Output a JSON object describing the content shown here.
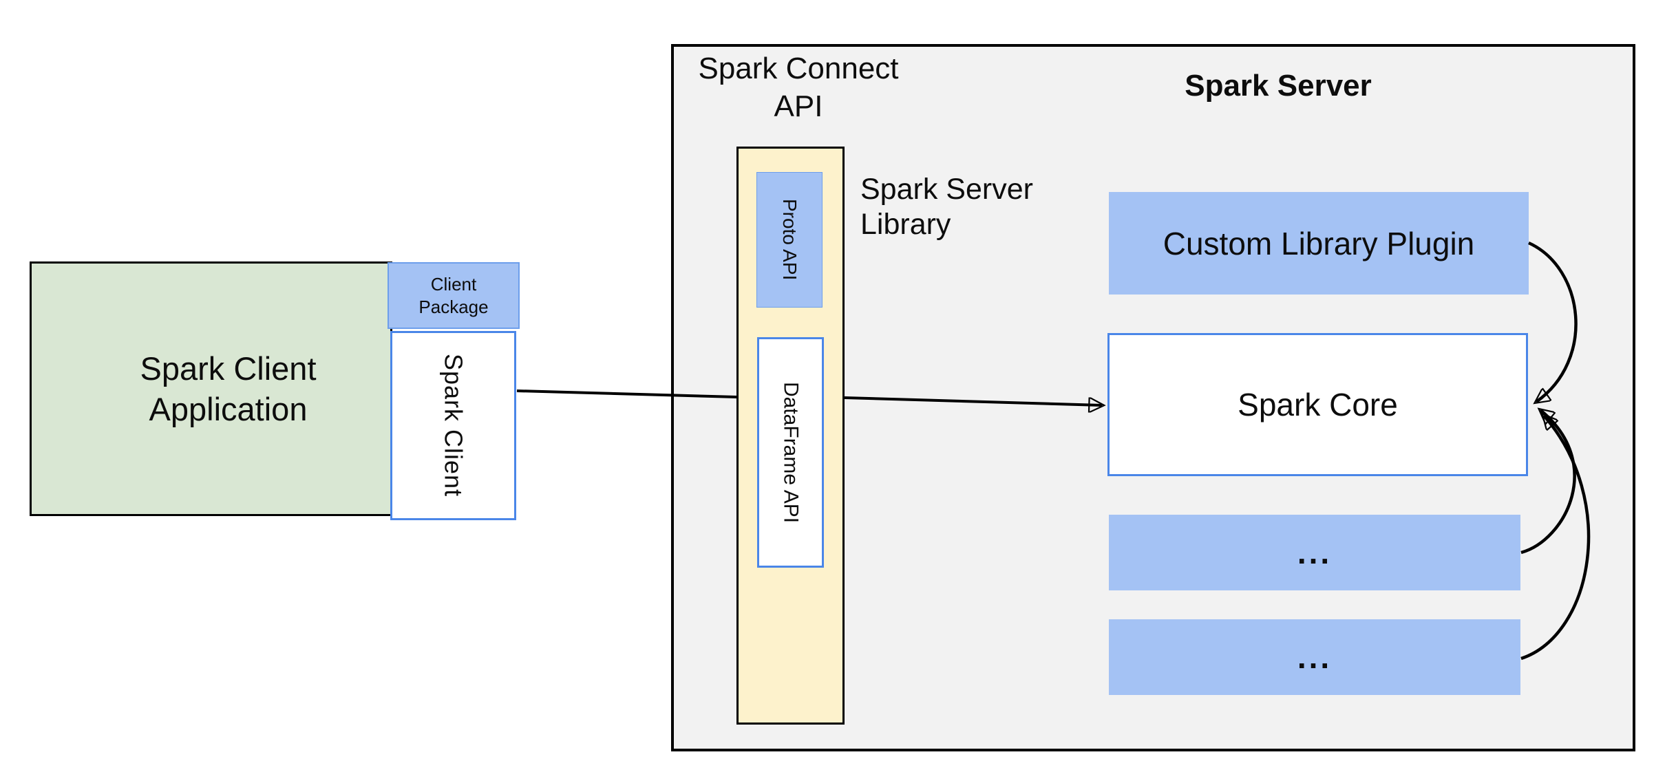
{
  "diagram": {
    "client_application": {
      "label": "Spark Client\nApplication"
    },
    "client_package": {
      "label": "Client\nPackage"
    },
    "spark_client": {
      "label": "Spark Client"
    },
    "spark_connect_api": {
      "label": "Spark Connect\nAPI"
    },
    "proto_api": {
      "label": "Proto API"
    },
    "dataframe_api": {
      "label": "DataFrame API"
    },
    "spark_server_library": {
      "label": "Spark Server\nLibrary"
    },
    "spark_server": {
      "title": "Spark Server"
    },
    "custom_library_plugin": {
      "label": "Custom Library Plugin"
    },
    "spark_core": {
      "label": "Spark Core"
    },
    "plugin_placeholder_1": {
      "label": "..."
    },
    "plugin_placeholder_2": {
      "label": "..."
    }
  },
  "colors": {
    "green-fill": "#d9e7d3",
    "blue-fill": "#a4c2f4",
    "blue-border": "#4a86e8",
    "blue-border-soft": "#6d9eeb",
    "yellow-fill": "#fdf2cc",
    "gray-fill": "#f2f2f2",
    "line": "#000000",
    "bg": "#ffffff",
    "text": "#0d0d0d"
  }
}
